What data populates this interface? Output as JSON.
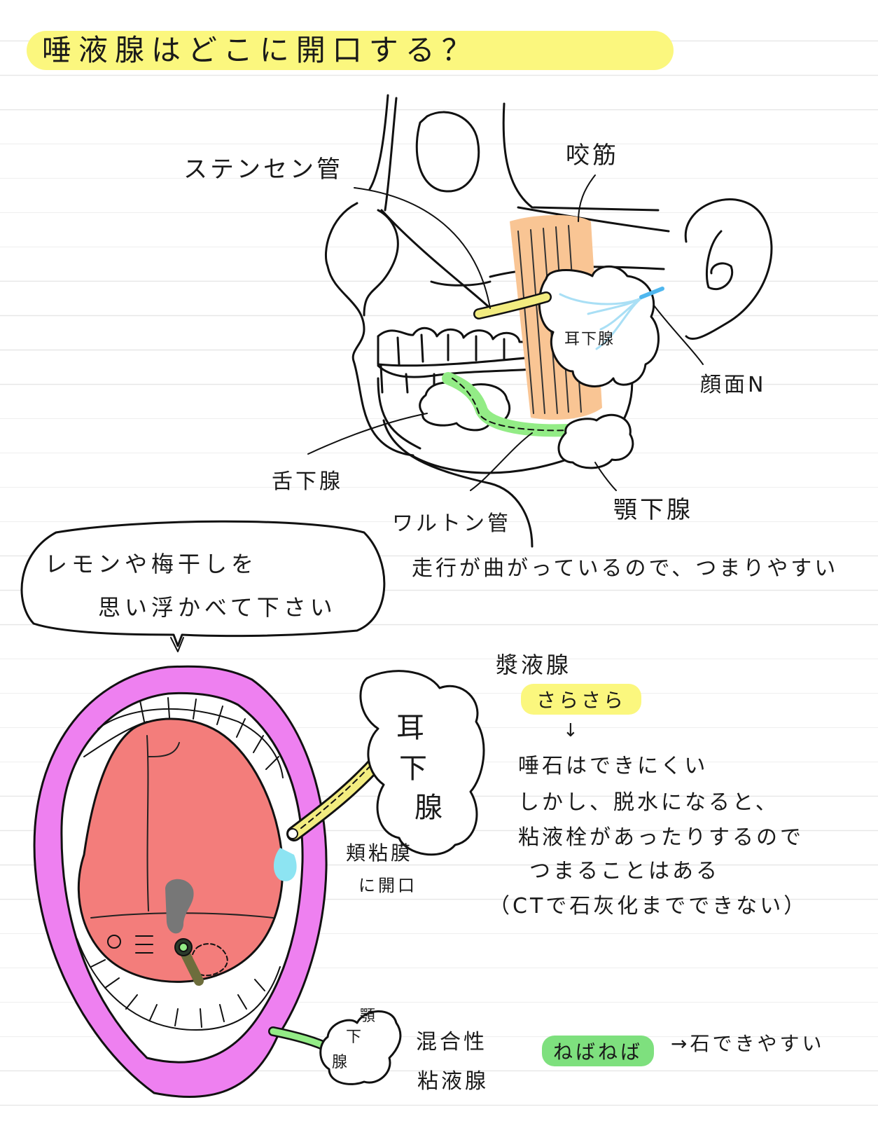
{
  "title": "唾液腺はどこに開口する？",
  "labels": {
    "stensen_duct": "ステンセン管",
    "masseter": "咬筋",
    "parotid": "耳下腺",
    "facial_nerve": "顔面N",
    "sublingual": "舌下腺",
    "wharton_duct": "ワルトン管",
    "submandibular": "顎下腺"
  },
  "wharton_note": "走行が曲がっているので、つまりやすい",
  "bubble": {
    "line1": "レモンや梅干しを",
    "line2": "思い浮かべて下さい"
  },
  "parotid_blob": {
    "char1": "耳",
    "char2": "下",
    "char3": "腺"
  },
  "buccal": {
    "line1": "頬粘膜",
    "line2": "に開口"
  },
  "serous": {
    "heading": "漿液腺",
    "tag": "さらさら",
    "arrow": "↓",
    "lines": [
      "唾石はできにくい",
      "しかし、脱水になると、",
      "粘液栓があったりするので",
      "つまることはある",
      "（CTで石灰化までできない）"
    ]
  },
  "submandibular_blob": {
    "top": "顎",
    "mid": "下",
    "bottom": "腺"
  },
  "mixed": {
    "line1": "混合性",
    "line2": "粘液腺",
    "tag": "ねばねば",
    "result": "→石できやすい"
  },
  "colors": {
    "highlight_yellow": "#fbf77e",
    "highlight_green": "#7ee07e",
    "masseter_orange": "#f9c594",
    "duct_green": "#93ec86",
    "duct_yellow": "#f2ec80",
    "nerve_blue": "#a9dff5",
    "lips_magenta": "#ee80f0",
    "tongue_red": "#f37d7b",
    "opening_cyan": "#8de4f2"
  }
}
